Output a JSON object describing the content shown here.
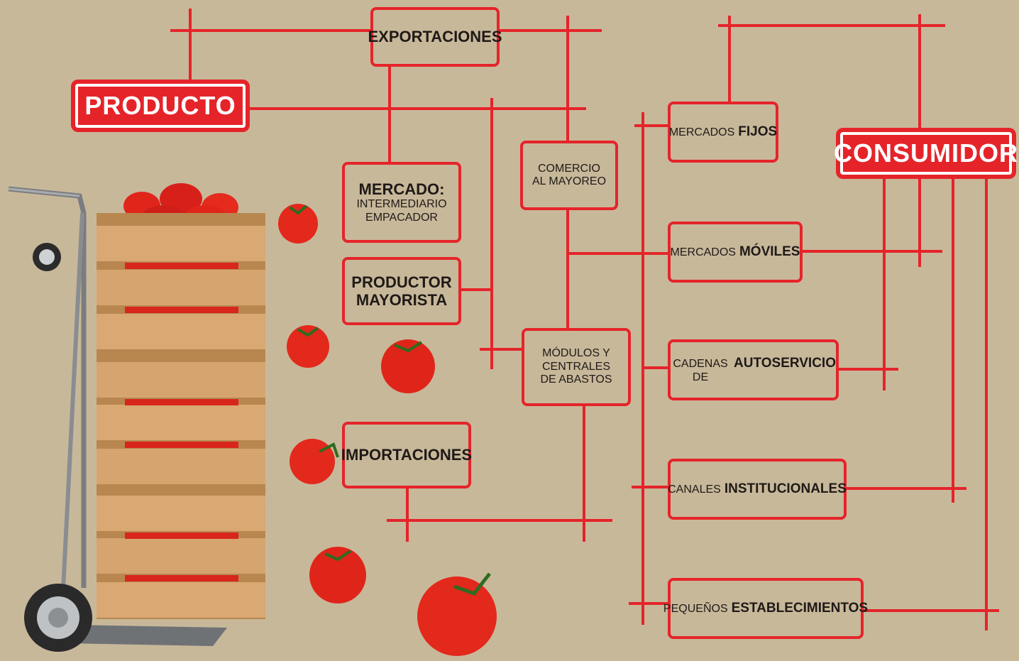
{
  "colors": {
    "background": "#c8b89a",
    "accent_red": "#e5242a",
    "text": "#1f1a17"
  },
  "producto": "PRODUCTO",
  "consumidor": "CONSUMIDOR",
  "exportaciones": "EXPORTACIONES",
  "mercado": {
    "title": "MERCADO:",
    "line1": "INTERMEDIARIO",
    "line2": "EMPACADOR"
  },
  "productor": {
    "line1": "PRODUCTOR",
    "line2": "MAYORISTA"
  },
  "importaciones": "IMPORTACIONES",
  "comercio": {
    "line1": "COMERCIO",
    "line2": "AL MAYOREO"
  },
  "modulos": {
    "line1": "MÓDULOS Y",
    "line2": "CENTRALES",
    "line3": "DE ABASTOS"
  },
  "canales": [
    {
      "prefix": "MERCADOS",
      "bold": "FIJOS"
    },
    {
      "prefix": "MERCADOS",
      "bold": "MÓVILES"
    },
    {
      "prefix": "CADENAS DE",
      "bold": "AUTOSERVICIO"
    },
    {
      "prefix": "CANALES",
      "bold": "INSTITUCIONALES"
    },
    {
      "prefix": "PEQUEÑOS",
      "bold": "ESTABLECIMIENTOS"
    }
  ]
}
